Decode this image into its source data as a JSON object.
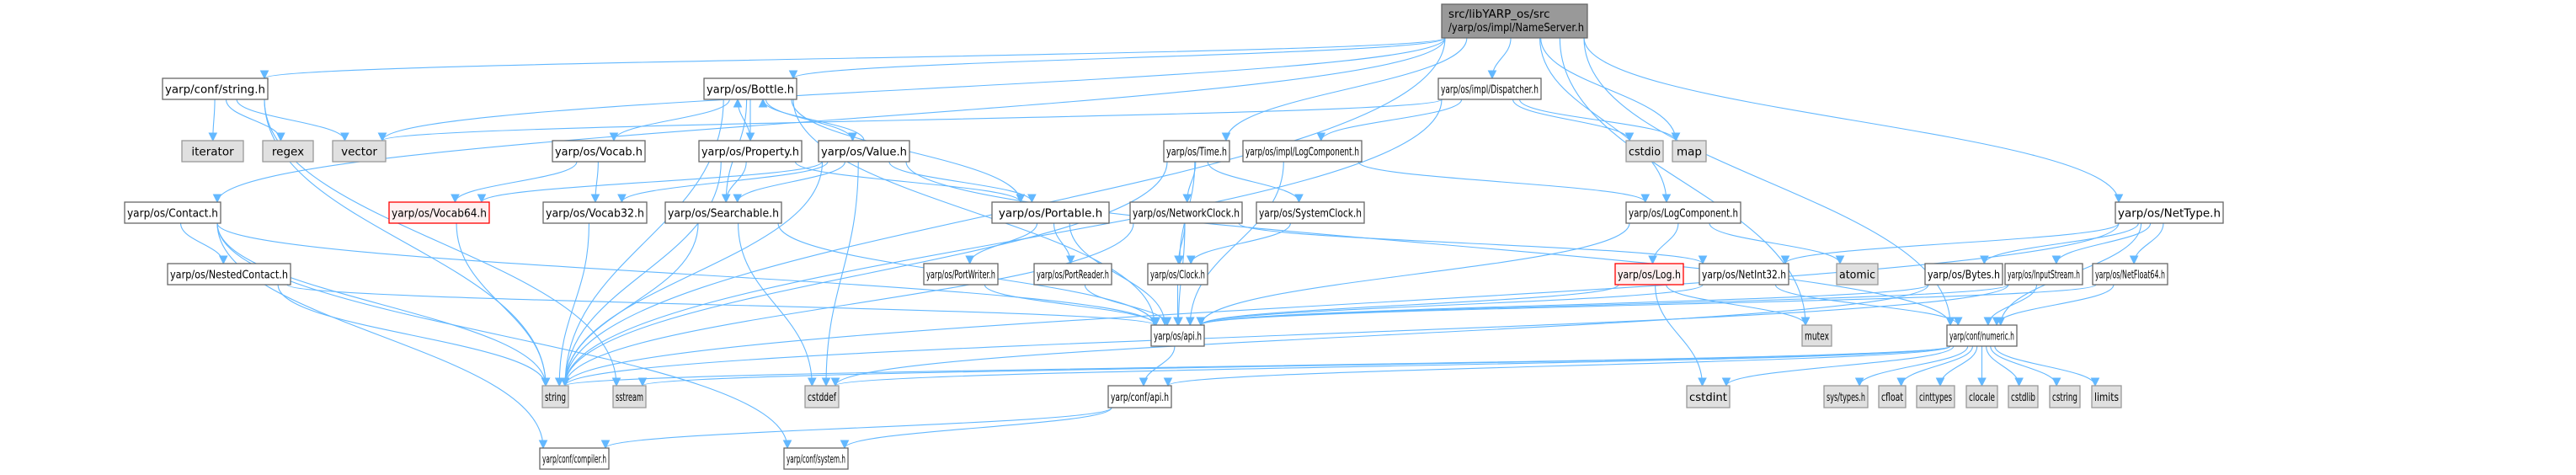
{
  "diagram": {
    "type": "include-dependency-graph",
    "root": "src/libYARP_os/src/yarp/os/impl/NameServer.h",
    "colors": {
      "edge": "#63b8ff",
      "root_fill": "#999999",
      "root_border": "#666666",
      "project_fill": "#ffffff",
      "project_border": "#666666",
      "system_fill": "#e0e0e0",
      "system_border": "#999999",
      "truncated_fill": "#fff0f0",
      "truncated_border": "#ff0000"
    },
    "nodes": [
      {
        "id": "root",
        "label": [
          "src/libYARP_os/src",
          "/yarp/os/impl/NameServer.h"
        ],
        "kind": "root"
      },
      {
        "id": "confstring",
        "label": [
          "yarp/conf/string.h"
        ],
        "kind": "project"
      },
      {
        "id": "iterator",
        "label": [
          "iterator"
        ],
        "kind": "system"
      },
      {
        "id": "regex",
        "label": [
          "regex"
        ],
        "kind": "system"
      },
      {
        "id": "vector",
        "label": [
          "vector"
        ],
        "kind": "system"
      },
      {
        "id": "bottle",
        "label": [
          "yarp/os/Bottle.h"
        ],
        "kind": "project"
      },
      {
        "id": "vocab",
        "label": [
          "yarp/os/Vocab.h"
        ],
        "kind": "project"
      },
      {
        "id": "property",
        "label": [
          "yarp/os/Property.h"
        ],
        "kind": "project"
      },
      {
        "id": "value",
        "label": [
          "yarp/os/Value.h"
        ],
        "kind": "project"
      },
      {
        "id": "vocab64",
        "label": [
          "yarp/os/Vocab64.h"
        ],
        "kind": "truncated"
      },
      {
        "id": "vocab32",
        "label": [
          "yarp/os/Vocab32.h"
        ],
        "kind": "project"
      },
      {
        "id": "searchable",
        "label": [
          "yarp/os/Searchable.h"
        ],
        "kind": "project"
      },
      {
        "id": "contact",
        "label": [
          "yarp/os/Contact.h"
        ],
        "kind": "project"
      },
      {
        "id": "nestedcontact",
        "label": [
          "yarp/os/NestedContact.h"
        ],
        "kind": "project"
      },
      {
        "id": "portable",
        "label": [
          "yarp/os/Portable.h"
        ],
        "kind": "project"
      },
      {
        "id": "time",
        "label": [
          "yarp/os/Time.h"
        ],
        "kind": "project"
      },
      {
        "id": "impllogcomp",
        "label": [
          "yarp/os/impl/LogComponent.h"
        ],
        "kind": "project"
      },
      {
        "id": "dispatcher",
        "label": [
          "yarp/os/impl/Dispatcher.h"
        ],
        "kind": "project"
      },
      {
        "id": "cstdio",
        "label": [
          "cstdio"
        ],
        "kind": "system"
      },
      {
        "id": "map",
        "label": [
          "map"
        ],
        "kind": "system"
      },
      {
        "id": "networkclock",
        "label": [
          "yarp/os/NetworkClock.h"
        ],
        "kind": "project"
      },
      {
        "id": "systemclock",
        "label": [
          "yarp/os/SystemClock.h"
        ],
        "kind": "project"
      },
      {
        "id": "logcomp",
        "label": [
          "yarp/os/LogComponent.h"
        ],
        "kind": "project"
      },
      {
        "id": "nettype",
        "label": [
          "yarp/os/NetType.h"
        ],
        "kind": "project"
      },
      {
        "id": "portwriter",
        "label": [
          "yarp/os/PortWriter.h"
        ],
        "kind": "project"
      },
      {
        "id": "portreader",
        "label": [
          "yarp/os/PortReader.h"
        ],
        "kind": "project"
      },
      {
        "id": "clock",
        "label": [
          "yarp/os/Clock.h"
        ],
        "kind": "project"
      },
      {
        "id": "log",
        "label": [
          "yarp/os/Log.h"
        ],
        "kind": "truncated"
      },
      {
        "id": "netint32",
        "label": [
          "yarp/os/NetInt32.h"
        ],
        "kind": "project"
      },
      {
        "id": "atomic",
        "label": [
          "atomic"
        ],
        "kind": "system"
      },
      {
        "id": "bytes",
        "label": [
          "yarp/os/Bytes.h"
        ],
        "kind": "project"
      },
      {
        "id": "inputstream",
        "label": [
          "yarp/os/InputStream.h"
        ],
        "kind": "project"
      },
      {
        "id": "netfloat64",
        "label": [
          "yarp/os/NetFloat64.h"
        ],
        "kind": "project"
      },
      {
        "id": "mutex",
        "label": [
          "mutex"
        ],
        "kind": "system"
      },
      {
        "id": "osapi",
        "label": [
          "yarp/os/api.h"
        ],
        "kind": "project"
      },
      {
        "id": "numeric",
        "label": [
          "yarp/conf/numeric.h"
        ],
        "kind": "project"
      },
      {
        "id": "string",
        "label": [
          "string"
        ],
        "kind": "system"
      },
      {
        "id": "sstream",
        "label": [
          "sstream"
        ],
        "kind": "system"
      },
      {
        "id": "cstddef",
        "label": [
          "cstddef"
        ],
        "kind": "system"
      },
      {
        "id": "confapi",
        "label": [
          "yarp/conf/api.h"
        ],
        "kind": "project"
      },
      {
        "id": "cstdint",
        "label": [
          "cstdint"
        ],
        "kind": "system"
      },
      {
        "id": "systypes",
        "label": [
          "sys/types.h"
        ],
        "kind": "system"
      },
      {
        "id": "cfloat",
        "label": [
          "cfloat"
        ],
        "kind": "system"
      },
      {
        "id": "cinttypes",
        "label": [
          "cinttypes"
        ],
        "kind": "system"
      },
      {
        "id": "clocale",
        "label": [
          "clocale"
        ],
        "kind": "system"
      },
      {
        "id": "cstdlib",
        "label": [
          "cstdlib"
        ],
        "kind": "system"
      },
      {
        "id": "cstring",
        "label": [
          "cstring"
        ],
        "kind": "system"
      },
      {
        "id": "limits",
        "label": [
          "limits"
        ],
        "kind": "system"
      },
      {
        "id": "compiler",
        "label": [
          "yarp/conf/compiler.h"
        ],
        "kind": "project"
      },
      {
        "id": "system",
        "label": [
          "yarp/conf/system.h"
        ],
        "kind": "project"
      }
    ],
    "edges": [
      [
        "root",
        "confstring"
      ],
      [
        "root",
        "vector"
      ],
      [
        "root",
        "bottle"
      ],
      [
        "root",
        "contact"
      ],
      [
        "root",
        "string"
      ],
      [
        "root",
        "time"
      ],
      [
        "root",
        "dispatcher"
      ],
      [
        "root",
        "map"
      ],
      [
        "root",
        "logcomp"
      ],
      [
        "root",
        "mutex"
      ],
      [
        "root",
        "nettype"
      ],
      [
        "root",
        "numeric"
      ],
      [
        "confstring",
        "iterator"
      ],
      [
        "confstring",
        "regex"
      ],
      [
        "confstring",
        "vector"
      ],
      [
        "confstring",
        "string"
      ],
      [
        "confstring",
        "sstream"
      ],
      [
        "bottle",
        "vocab"
      ],
      [
        "bottle",
        "property"
      ],
      [
        "bottle",
        "value"
      ],
      [
        "bottle",
        "searchable"
      ],
      [
        "bottle",
        "portable"
      ],
      [
        "bottle",
        "string"
      ],
      [
        "bottle",
        "osapi"
      ],
      [
        "property",
        "bottle"
      ],
      [
        "property",
        "searchable"
      ],
      [
        "property",
        "portable"
      ],
      [
        "property",
        "string"
      ],
      [
        "value",
        "bottle"
      ],
      [
        "value",
        "vocab64"
      ],
      [
        "value",
        "vocab32"
      ],
      [
        "value",
        "searchable"
      ],
      [
        "value",
        "portable"
      ],
      [
        "value",
        "string"
      ],
      [
        "value",
        "cstddef"
      ],
      [
        "value",
        "numeric"
      ],
      [
        "vocab",
        "vocab64"
      ],
      [
        "vocab",
        "vocab32"
      ],
      [
        "vocab64",
        "string"
      ],
      [
        "vocab32",
        "string"
      ],
      [
        "searchable",
        "string"
      ],
      [
        "searchable",
        "osapi"
      ],
      [
        "searchable",
        "cstddef"
      ],
      [
        "contact",
        "nestedcontact"
      ],
      [
        "contact",
        "string"
      ],
      [
        "contact",
        "compiler"
      ],
      [
        "contact",
        "system"
      ],
      [
        "contact",
        "osapi"
      ],
      [
        "nestedcontact",
        "string"
      ],
      [
        "nestedcontact",
        "osapi"
      ],
      [
        "portable",
        "portwriter"
      ],
      [
        "portable",
        "portreader"
      ],
      [
        "portable",
        "osapi"
      ],
      [
        "portwriter",
        "osapi"
      ],
      [
        "portreader",
        "osapi"
      ],
      [
        "time",
        "networkclock"
      ],
      [
        "time",
        "systemclock"
      ],
      [
        "time",
        "clock"
      ],
      [
        "time",
        "string"
      ],
      [
        "networkclock",
        "clock"
      ],
      [
        "networkclock",
        "osapi"
      ],
      [
        "networkclock",
        "netint32"
      ],
      [
        "networkclock",
        "string"
      ],
      [
        "systemclock",
        "clock"
      ],
      [
        "clock",
        "osapi"
      ],
      [
        "dispatcher",
        "impllogcomp"
      ],
      [
        "dispatcher",
        "cstdio"
      ],
      [
        "dispatcher",
        "map"
      ],
      [
        "dispatcher",
        "vector"
      ],
      [
        "dispatcher",
        "string"
      ],
      [
        "impllogcomp",
        "logcomp"
      ],
      [
        "impllogcomp",
        "osapi"
      ],
      [
        "logcomp",
        "log"
      ],
      [
        "logcomp",
        "atomic"
      ],
      [
        "logcomp",
        "osapi"
      ],
      [
        "log",
        "osapi"
      ],
      [
        "log",
        "mutex"
      ],
      [
        "log",
        "cstdint"
      ],
      [
        "nettype",
        "netint32"
      ],
      [
        "nettype",
        "bytes"
      ],
      [
        "nettype",
        "inputstream"
      ],
      [
        "nettype",
        "netfloat64"
      ],
      [
        "nettype",
        "numeric"
      ],
      [
        "nettype",
        "string"
      ],
      [
        "netint32",
        "numeric"
      ],
      [
        "netint32",
        "osapi"
      ],
      [
        "bytes",
        "osapi"
      ],
      [
        "bytes",
        "cstddef"
      ],
      [
        "inputstream",
        "numeric"
      ],
      [
        "inputstream",
        "osapi"
      ],
      [
        "inputstream",
        "string"
      ],
      [
        "netfloat64",
        "numeric"
      ],
      [
        "netfloat64",
        "osapi"
      ],
      [
        "osapi",
        "confapi"
      ],
      [
        "numeric",
        "confapi"
      ],
      [
        "numeric",
        "string"
      ],
      [
        "numeric",
        "sstream"
      ],
      [
        "numeric",
        "cstddef"
      ],
      [
        "numeric",
        "cstdint"
      ],
      [
        "numeric",
        "systypes"
      ],
      [
        "numeric",
        "cfloat"
      ],
      [
        "numeric",
        "cinttypes"
      ],
      [
        "numeric",
        "clocale"
      ],
      [
        "numeric",
        "cstdlib"
      ],
      [
        "numeric",
        "cstring"
      ],
      [
        "numeric",
        "limits"
      ],
      [
        "confapi",
        "compiler"
      ],
      [
        "confapi",
        "system"
      ]
    ]
  }
}
